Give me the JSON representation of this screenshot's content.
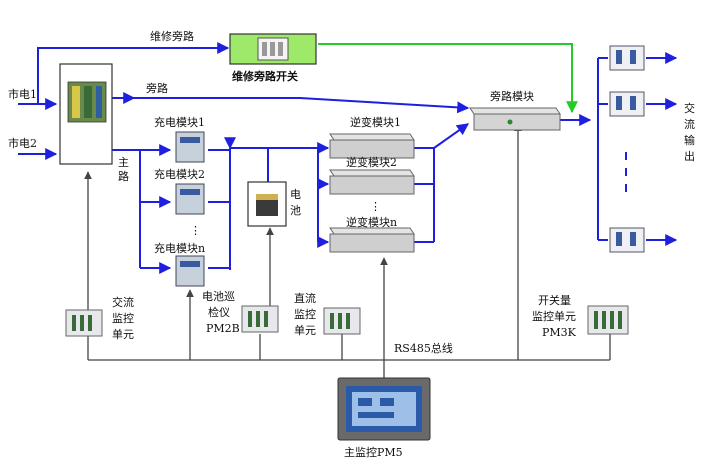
{
  "labels": {
    "mains1": "市电1",
    "mains2": "市电2",
    "maint_bypass": "维修旁路",
    "maint_switch": "维修旁路开关",
    "bypass": "旁路",
    "main_path": [
      "主",
      "路"
    ],
    "charger1": "充电模块1",
    "charger2": "充电模块2",
    "chargern": "充电模块n",
    "charger_dots": "⋮",
    "battery": [
      "电",
      "池"
    ],
    "inverter1": "逆变模块1",
    "inverter2": "逆变模块2",
    "invertern": "逆变模块n",
    "inverter_dots": "⋮",
    "bypass_module": "旁路模块",
    "ac_output": [
      "交",
      "流",
      "输",
      "出"
    ],
    "ac_monitor": [
      "交流",
      "监控",
      "单元"
    ],
    "battery_inspect": [
      "电池巡",
      "检仪",
      "PM2B"
    ],
    "dc_monitor": [
      "直流",
      "监控",
      "单元"
    ],
    "switch_monitor": [
      "开关量",
      "监控单元",
      "PM3K"
    ],
    "rs485": "RS485总线",
    "main_monitor": "主监控PM5"
  },
  "colors": {
    "power_line": "#1f1fe0",
    "maint_line": "#22cc22",
    "signal_line": "#444444"
  }
}
